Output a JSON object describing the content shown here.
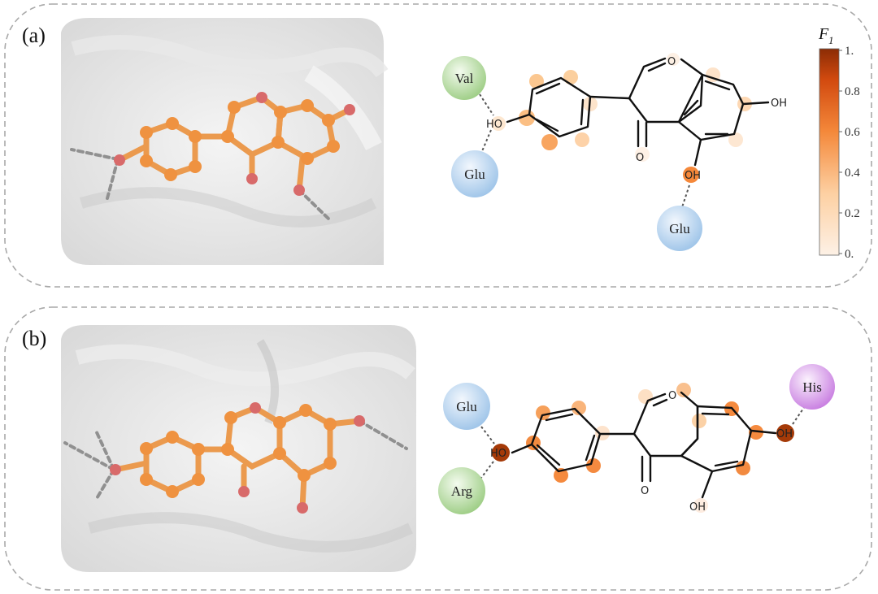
{
  "panels": [
    {
      "label": "(a)",
      "atoms": {
        "ho": "HO",
        "oh_right": "OH",
        "oh_bottom": "OH",
        "o_ring": "O",
        "o_keto": "O"
      },
      "residues": [
        "Val",
        "Glu",
        "Glu"
      ]
    },
    {
      "label": "(b)",
      "atoms": {
        "ho": "HO",
        "oh_right": "OH",
        "oh_bottom": "OH",
        "o_ring": "O",
        "o_keto": "O"
      },
      "residues": [
        "Glu",
        "Arg",
        "His"
      ]
    }
  ],
  "colorbar": {
    "title": "F",
    "subscript": "1",
    "ticks": [
      "1.",
      "0.8",
      "0.6",
      "0.4",
      "0.2",
      "0."
    ]
  }
}
